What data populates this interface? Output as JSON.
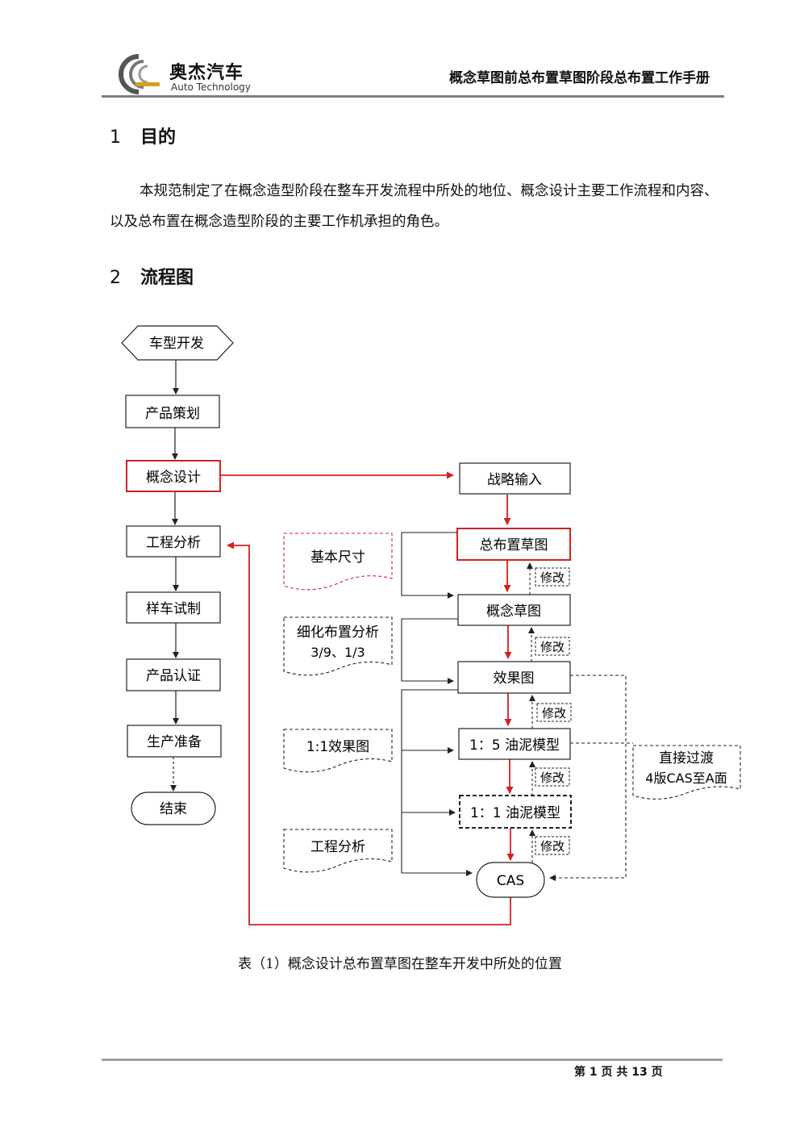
{
  "header": {
    "logo_cn": "奥杰汽车",
    "logo_en": "Auto Technology",
    "doc_title": "概念草图前总布置草图阶段总布置工作手册"
  },
  "sections": [
    {
      "number": "1",
      "title": "目的"
    },
    {
      "number": "2",
      "title": "流程图"
    }
  ],
  "purpose_text": "本规范制定了在概念造型阶段在整车开发流程中所处的地位、概念设计主要工作流程和内容、以及总布置在概念造型阶段的主要工作机承担的角色。",
  "flowchart": {
    "left_column": {
      "start": "车型开发",
      "steps": [
        "产品策划",
        "概念设计",
        "工程分析",
        "样车试制",
        "产品认证",
        "生产准备"
      ],
      "end": "结束"
    },
    "right_column": {
      "steps": [
        "战略输入",
        "总布置草图",
        "概念草图",
        "效果图",
        "1：5 油泥模型",
        "1：1 油泥模型",
        "CAS"
      ],
      "modify_label": "修改"
    },
    "input_docs": {
      "basic_size": "基本尺寸",
      "refined_layout_1": "细化布置分析",
      "refined_layout_2": "3/9、1/3",
      "rendering_1to1": "1:1效果图",
      "engineering": "工程分析"
    },
    "direct_transition": {
      "line1": "直接过渡",
      "line2": "4版CAS至A面"
    },
    "colors": {
      "highlight": "#d42020",
      "line": "#222222"
    }
  },
  "caption": "表（1）概念设计总布置草图在整车开发中所处的位置",
  "footer": {
    "text": "第 1 页 共 13 页"
  }
}
